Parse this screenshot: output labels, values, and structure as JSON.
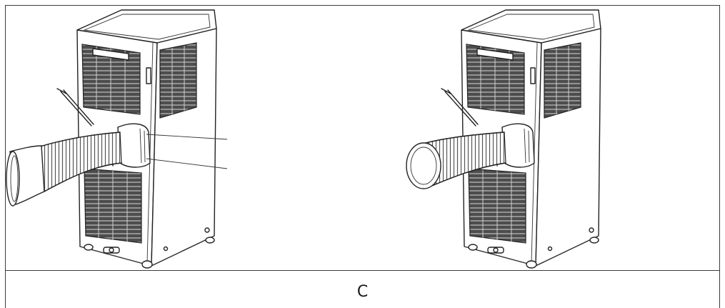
{
  "caption": {
    "label": "C"
  },
  "colors": {
    "line": "#222222",
    "grill": "#4d4d4d",
    "background": "#ffffff"
  },
  "figures": [
    {
      "name": "air-conditioner-with-window-adapter",
      "icon": "portable-air-conditioner-icon"
    },
    {
      "name": "air-conditioner-with-round-hose-end",
      "icon": "portable-air-conditioner-icon"
    }
  ]
}
